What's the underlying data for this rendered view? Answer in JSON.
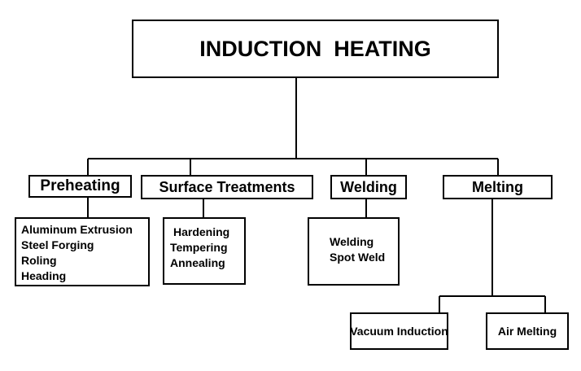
{
  "root": {
    "label": "INDUCTION  HEATING"
  },
  "categories": [
    {
      "label": "Preheating",
      "items": [
        "Aluminum Extrusion",
        "Steel Forging",
        "Roling",
        "Heading"
      ]
    },
    {
      "label": "Surface Treatments",
      "items": [
        "Hardening",
        "Tempering",
        "Annealing"
      ]
    },
    {
      "label": "Welding",
      "items": [
        "Welding",
        "Spot Weld"
      ]
    },
    {
      "label": "Melting",
      "items": [
        "Vacuum Induction",
        "Air Melting"
      ]
    }
  ],
  "colors": {
    "line": "#000000",
    "box_border": "#000000",
    "background": "#ffffff",
    "text": "#000000"
  }
}
